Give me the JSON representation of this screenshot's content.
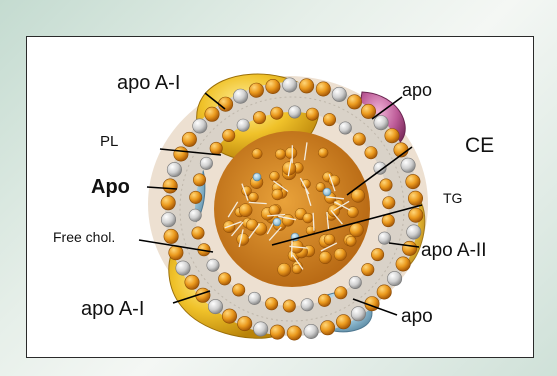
{
  "labels": {
    "apo_a1_top": "apo A-I",
    "apo_top_right": "apo",
    "pl": "PL",
    "ce": "CE",
    "apo_bold": "Apo",
    "tg": "TG",
    "free_chol": "Free chol.",
    "apo_a2": "apo A-II",
    "apo_a1_bottom": "apo A-I",
    "apo_bottom_right": "apo"
  },
  "colors": {
    "background": "#d7e6df",
    "panel": "#ffffff",
    "apolipoprotein_yellow": "#e8b515",
    "apolipoprotein_pink": "#b4508c",
    "apolipoprotein_blue": "#8fbcd4",
    "lipid_head_orange": "#e89a1c",
    "phospholipid_gray": "#cfcfcf",
    "core": "#d9831a"
  }
}
